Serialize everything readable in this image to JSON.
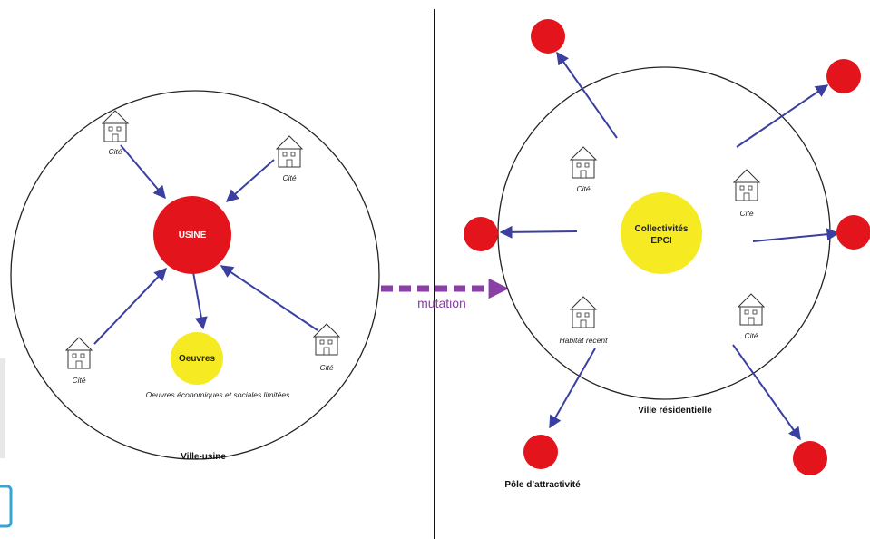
{
  "colors": {
    "arrow": "#3a3fa0",
    "red_node": "#e3141b",
    "yellow_node": "#f6ea22",
    "mutation_arrow": "#8a3fa6"
  },
  "left": {
    "frame_label": "Ville-usine",
    "center_label": "USINE",
    "secondary_label": "Oeuvres",
    "secondary_caption": "Oeuvres économiques et sociales limitées",
    "houses": [
      {
        "label": "Cité"
      },
      {
        "label": "Cité"
      },
      {
        "label": "Cité"
      },
      {
        "label": "Cité"
      }
    ]
  },
  "transition": {
    "label": "mutation"
  },
  "right": {
    "frame_label": "Ville résidentielle",
    "center_label_line1": "Collectivités",
    "center_label_line2": "EPCI",
    "houses": [
      {
        "label": "Cité"
      },
      {
        "label": "Cité"
      },
      {
        "label": "Habitat récent"
      },
      {
        "label": "Cité"
      }
    ],
    "pole_label": "Pôle d’attractivité"
  }
}
